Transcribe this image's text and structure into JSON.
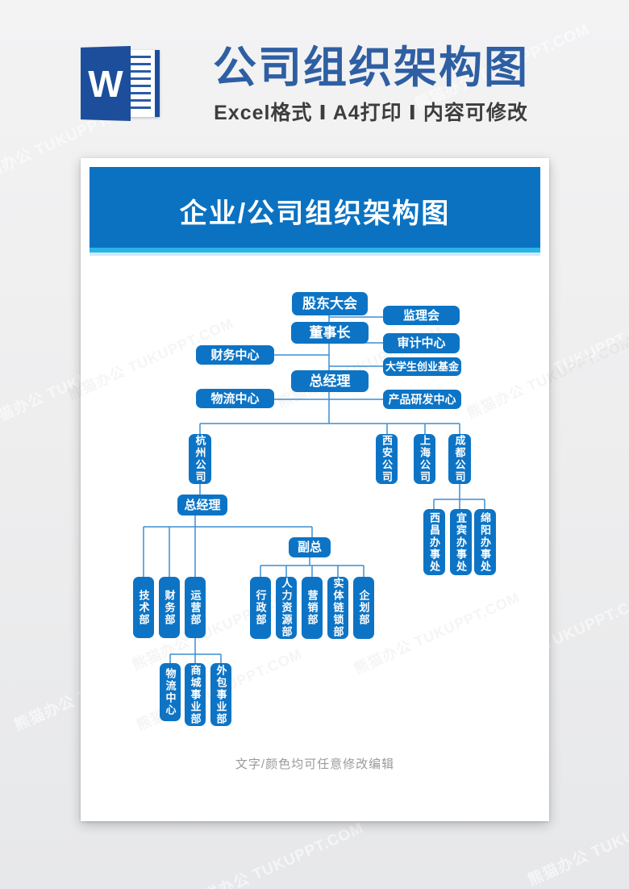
{
  "header": {
    "word_icon_letter": "W",
    "title": "公司组织架构图",
    "subtitle": "Excel格式 Ⅰ A4打印 Ⅰ 内容可修改"
  },
  "poster": {
    "banner_title": "企业/公司组织架构图",
    "footer_note": "文字/颜色均可任意修改编辑"
  },
  "watermark": {
    "text": "熊猫办公 TUKUPPT.COM"
  },
  "colors": {
    "node_blue": "#0d74c5",
    "banner_blue": "#0b72c2",
    "banner_strip_cyan": "#29b4e9",
    "header_title_blue": "#2e5fa3",
    "word_icon_blue": "#1d4e9b",
    "connector_blue": "#3c8ed2",
    "footer_gray": "#9a9a9a"
  },
  "org_chart": {
    "nodes": [
      {
        "id": "shareholders-meeting",
        "label": "股东大会"
      },
      {
        "id": "supervisory-board",
        "label": "监理会"
      },
      {
        "id": "chairman",
        "label": "董事长"
      },
      {
        "id": "audit-center",
        "label": "审计中心"
      },
      {
        "id": "finance-center",
        "label": "财务中心"
      },
      {
        "id": "student-venture-fund",
        "label": "大学生创业基金"
      },
      {
        "id": "general-manager",
        "label": "总经理"
      },
      {
        "id": "logistics-center",
        "label": "物流中心"
      },
      {
        "id": "product-rd-center",
        "label": "产品研发中心"
      },
      {
        "id": "hangzhou-company",
        "label": "杭州公司"
      },
      {
        "id": "xian-company",
        "label": "西安公司"
      },
      {
        "id": "shanghai-company",
        "label": "上海公司"
      },
      {
        "id": "chengdu-company",
        "label": "成都公司"
      },
      {
        "id": "hangzhou-gm",
        "label": "总经理"
      },
      {
        "id": "tech-dept",
        "label": "技术部"
      },
      {
        "id": "finance-dept",
        "label": "财务部"
      },
      {
        "id": "operations-dept",
        "label": "运营部"
      },
      {
        "id": "deputy-gm",
        "label": "副总"
      },
      {
        "id": "admin-dept",
        "label": "行政部"
      },
      {
        "id": "hr-dept",
        "label": "人力资源部"
      },
      {
        "id": "marketing-dept",
        "label": "营销部"
      },
      {
        "id": "chain-stores-dept",
        "label": "实体链锁部"
      },
      {
        "id": "planning-dept",
        "label": "企划部"
      },
      {
        "id": "logistics-center-sub",
        "label": "物流中心"
      },
      {
        "id": "mall-division",
        "label": "商城事业部"
      },
      {
        "id": "outsourcing-division",
        "label": "外包事业部"
      },
      {
        "id": "xichang-office",
        "label": "西昌办事处"
      },
      {
        "id": "yibin-office",
        "label": "宜宾办事处"
      },
      {
        "id": "mianyang-office",
        "label": "绵阳办事处"
      }
    ]
  }
}
